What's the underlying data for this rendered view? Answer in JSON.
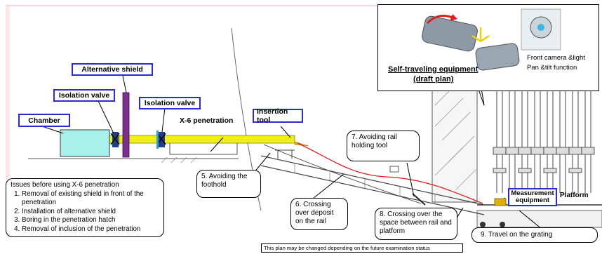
{
  "labels": {
    "alternative_shield": "Alternative shield",
    "isolation_valve_left": "Isolation valve",
    "isolation_valve_right": "Isolation valve",
    "chamber": "Chamber",
    "x6_penetration": "X-6 penetration",
    "insertion_tool": "Insertion tool",
    "measurement_equipment": "Measurement equipment",
    "platform": "Platform"
  },
  "inset": {
    "title_line1": "Self-traveling equipment",
    "title_line2": "(draft plan)",
    "feature_line1": "Front camera &light",
    "feature_line2": "Pan &tilt function"
  },
  "issues": {
    "title": "Issues before using X-6 penetration",
    "items": [
      "Removal of existing shield in front of the penetration",
      "Installation of alternative shield",
      "Boring in the penetration hatch",
      "Removal of inclusion of the penetration"
    ]
  },
  "steps": {
    "s5": "5. Avoiding the foothold",
    "s6": "6. Crossing over deposit on the rail",
    "s7": "7. Avoiding rail holding tool",
    "s8": "8. Crossing over the space between rail and platform",
    "s9": "9. Travel on the grating"
  },
  "note": "This plan may be changed depending on the future examination status",
  "colors": {
    "label_border": "#2b2bd6",
    "pipe": "#f0ee18",
    "shield": "#7a2f8f",
    "chamber": "#a8f0ec",
    "valve": "#1e3f8c",
    "cable": "#e02020"
  }
}
